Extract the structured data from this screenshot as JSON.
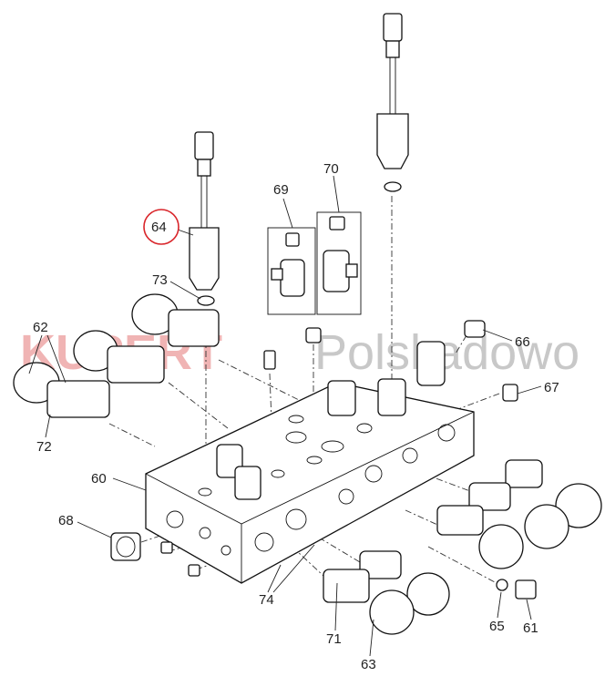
{
  "watermark": {
    "brand": "KUPERT",
    "suffix": "Polskadowo",
    "color": "#f0b4b4",
    "suffix_color": "#c8c8c8"
  },
  "highlight_color": "#d9252a",
  "callouts": {
    "p60": "60",
    "p61": "61",
    "p62": "62",
    "p63": "63",
    "p64": "64",
    "p65": "65",
    "p66": "66",
    "p67": "67",
    "p68": "68",
    "p69": "69",
    "p70": "70",
    "p71": "71",
    "p72": "72",
    "p73": "73",
    "p74": "74"
  }
}
